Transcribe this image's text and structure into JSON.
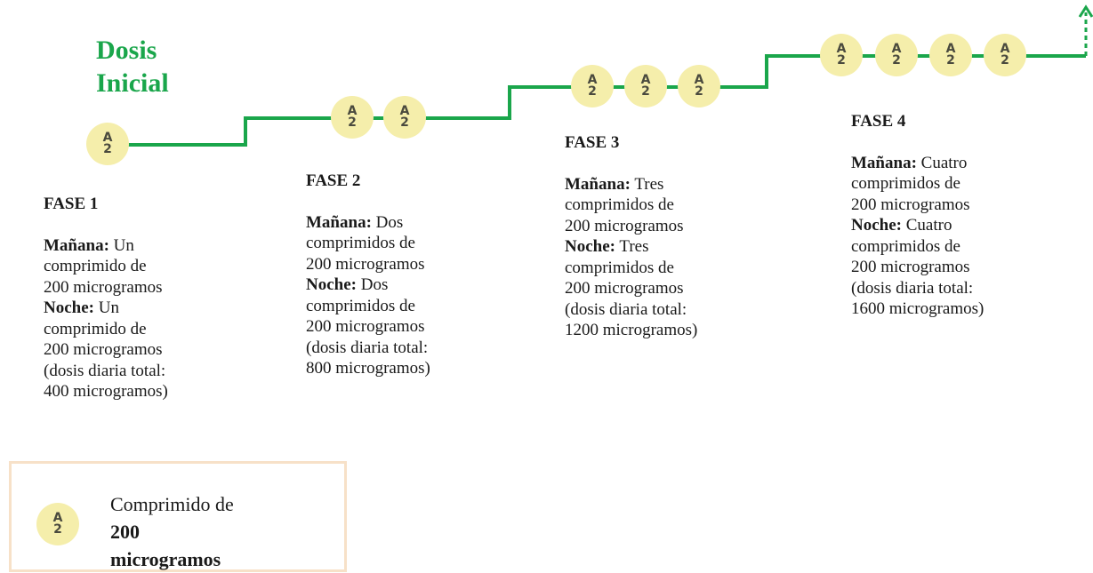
{
  "title": {
    "line1": "Dosis",
    "line2": "Inicial"
  },
  "pill": {
    "top": "A",
    "bottom": "2"
  },
  "phases": [
    {
      "title": "FASE 1",
      "morning_label": "Mañana:",
      "morning_lines": [
        "Un",
        "comprimido de",
        "200 microgramos"
      ],
      "night_label": "Noche:",
      "night_lines": [
        "Un",
        "comprimido de",
        "200 microgramos"
      ],
      "total_lines": [
        "(dosis diaria total:",
        "400 microgramos)"
      ]
    },
    {
      "title": "FASE 2",
      "morning_label": "Mañana:",
      "morning_lines": [
        "Dos",
        "comprimidos de",
        "200 microgramos"
      ],
      "night_label": "Noche:",
      "night_lines": [
        "Dos",
        "comprimidos de",
        "200 microgramos"
      ],
      "total_lines": [
        "(dosis diaria total:",
        "800 microgramos)"
      ]
    },
    {
      "title": "FASE 3",
      "morning_label": "Mañana:",
      "morning_lines": [
        "Tres",
        "comprimidos de",
        "200 microgramos"
      ],
      "night_label": "Noche:",
      "night_lines": [
        "Tres",
        "comprimidos de",
        "200 microgramos"
      ],
      "total_lines": [
        "(dosis diaria total:",
        "1200 microgramos)"
      ]
    },
    {
      "title": "FASE 4",
      "morning_label": "Mañana:",
      "morning_lines": [
        "Cuatro",
        "comprimidos de",
        "200 microgramos"
      ],
      "night_label": "Noche:",
      "night_lines": [
        "Cuatro",
        "comprimidos de",
        "200 microgramos"
      ],
      "total_lines": [
        "(dosis diaria total:",
        "1600 microgramos)"
      ]
    }
  ],
  "legend": {
    "text_prefix": "Comprimido de",
    "text_bold1": "200",
    "text_bold2": "microgramos"
  },
  "colors": {
    "line": "#1aa64b",
    "pill": "#f5eeab",
    "title": "#1aa64b",
    "legend_border": "#f7e1c8"
  }
}
